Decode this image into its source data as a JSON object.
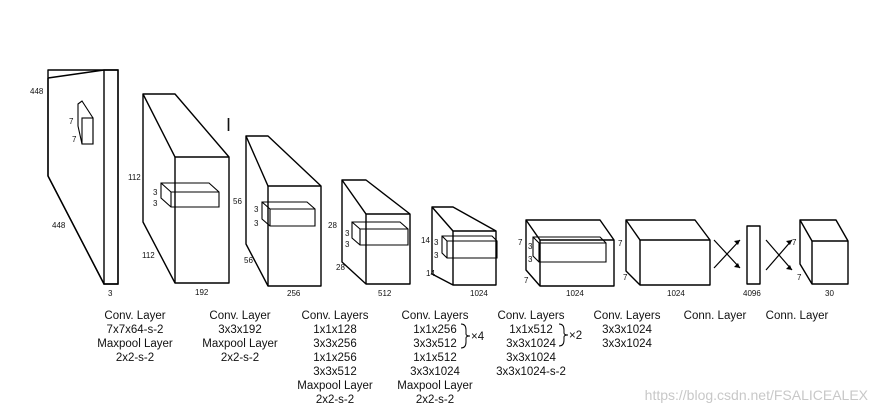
{
  "input": {
    "height": "448",
    "width": "448",
    "channels": "3",
    "kernel_h": "7",
    "kernel_w": "7"
  },
  "blocks": [
    {
      "h": "112",
      "w": "112",
      "d": "192",
      "kh": "3",
      "kw": "3"
    },
    {
      "h": "56",
      "w": "56",
      "d": "256",
      "kh": "3",
      "kw": "3"
    },
    {
      "h": "28",
      "w": "28",
      "d": "512",
      "kh": "3",
      "kw": "3"
    },
    {
      "h": "14",
      "w": "14",
      "d": "1024",
      "kh": "3",
      "kw": "3"
    },
    {
      "h": "7",
      "w": "7",
      "d": "1024",
      "kh": "3",
      "kw": "3"
    },
    {
      "h": "7",
      "w": "7",
      "d": "1024"
    }
  ],
  "fc": {
    "size": "4096"
  },
  "output": {
    "h": "7",
    "w": "7",
    "d": "30"
  },
  "captions": [
    [
      "Conv. Layer",
      "7x7x64-s-2",
      "Maxpool Layer",
      "2x2-s-2"
    ],
    [
      "Conv. Layer",
      "3x3x192",
      "Maxpool Layer",
      "2x2-s-2"
    ],
    [
      "Conv. Layers",
      "1x1x128",
      "3x3x256",
      "1x1x256",
      "3x3x512",
      "Maxpool Layer",
      "2x2-s-2"
    ],
    [
      "Conv. Layers",
      "1x1x256",
      "3x3x512",
      "1x1x512",
      "3x3x1024",
      "Maxpool Layer",
      "2x2-s-2"
    ],
    [
      "Conv. Layers",
      "1x1x512",
      "3x3x1024",
      "3x3x1024",
      "3x3x1024-s-2"
    ],
    [
      "Conv. Layers",
      "3x3x1024",
      "3x3x1024"
    ],
    [
      "Conn. Layer"
    ],
    [
      "Conn. Layer"
    ]
  ],
  "repeat": {
    "first": "×4",
    "second": "×2"
  },
  "watermark": "https://blog.csdn.net/FSALICEALEX"
}
